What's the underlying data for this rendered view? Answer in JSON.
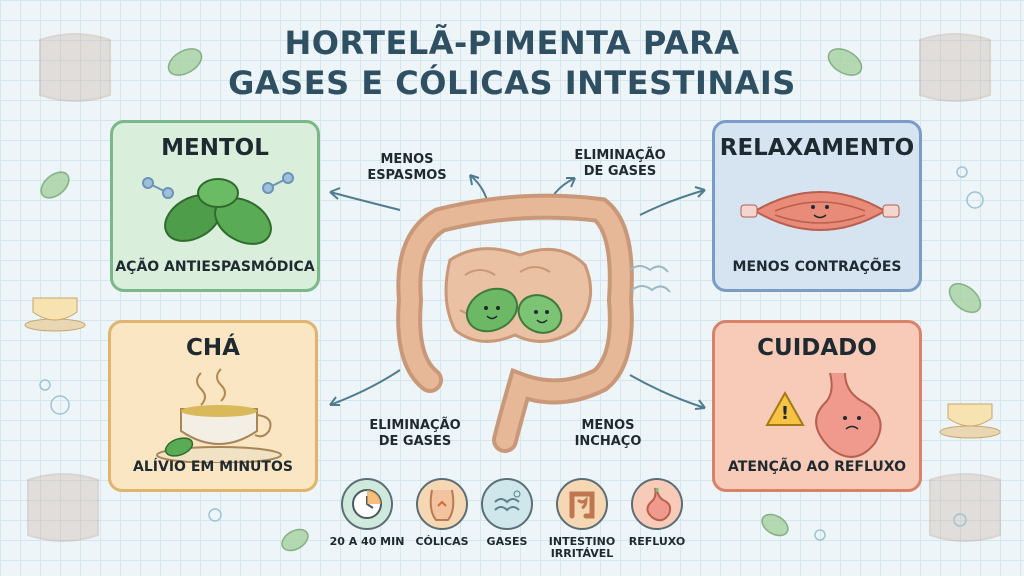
{
  "title": {
    "line1": "HORTELÃ-PIMENTA PARA",
    "line2": "GASES E CÓLICAS INTESTINAIS"
  },
  "cards": {
    "mentol": {
      "title": "MENTOL",
      "caption": "AÇÃO ANTIESPASMÓDICA",
      "color": "#d9eedb"
    },
    "cha": {
      "title": "CHÁ",
      "caption": "ALÍVIO EM MINUTOS",
      "color": "#fbe6c4"
    },
    "relaxamento": {
      "title": "RELAXAMENTO",
      "caption": "MENOS CONTRAÇÕES",
      "color": "#d6e3f1"
    },
    "cuidado": {
      "title": "CUIDADO",
      "caption": "ATENÇÃO AO REFLUXO",
      "color": "#f7cbb8"
    }
  },
  "annotations": {
    "top_left": {
      "line1": "MENOS",
      "line2": "ESPASMOS"
    },
    "top_right": {
      "line1": "ELIMINAÇÃO",
      "line2": "DE GASES"
    },
    "bottom_left": {
      "line1": "ELIMINAÇÃO",
      "line2": "DE GASES"
    },
    "bottom_right": {
      "line1": "MENOS",
      "line2": "INCHAÇO"
    }
  },
  "bottom_icons": [
    {
      "label": "20 A 40 MIN",
      "icon": "clock-icon",
      "color": "#cfe9dc"
    },
    {
      "label": "CÓLICAS",
      "icon": "abdomen-icon",
      "color": "#f6d7b3"
    },
    {
      "label": "GASES",
      "icon": "gas-icon",
      "color": "#cfe7ea"
    },
    {
      "label": "INTESTINO\nIRRITÁVEL",
      "icon": "intestine-icon",
      "color": "#f6d7b3"
    },
    {
      "label": "REFLUXO",
      "icon": "stomach-icon",
      "color": "#f7cbb8"
    }
  ]
}
